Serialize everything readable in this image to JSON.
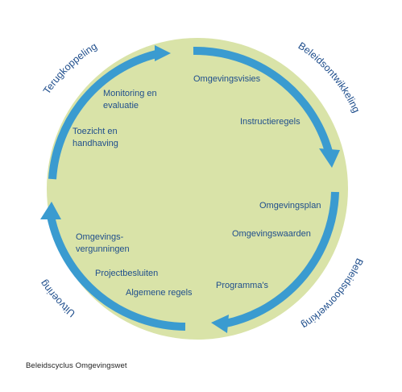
{
  "colors": {
    "circle_fill": "#d9e3a8",
    "arrow": "#3a9bd0",
    "text": "#1f4e8c"
  },
  "phases": {
    "terugkoppeling": "Terugkoppeling",
    "beleidsontwikkeling": "Beleidsontwikkeling",
    "beleidsdoorwerking": "Beleidsdoorwerking",
    "uitvoering": "Uitvoering"
  },
  "instruments": {
    "omgevingsvisies": "Omgevingsvisies",
    "instructieregels": "Instructieregels",
    "omgevingsplan": "Omgevingsplan",
    "omgevingswaarden": "Omgevingswaarden",
    "programmas": "Programma's",
    "algemene_regels": "Algemene regels",
    "projectbesluiten": "Projectbesluiten",
    "omgevingsvergunningen_1": "Omgevings-",
    "omgevingsvergunningen_2": "vergunningen",
    "toezicht_1": "Toezicht en",
    "toezicht_2": "handhaving",
    "monitoring_1": "Monitoring en",
    "monitoring_2": "evaluatie"
  },
  "caption": "Beleidscyclus Omgevingswet"
}
